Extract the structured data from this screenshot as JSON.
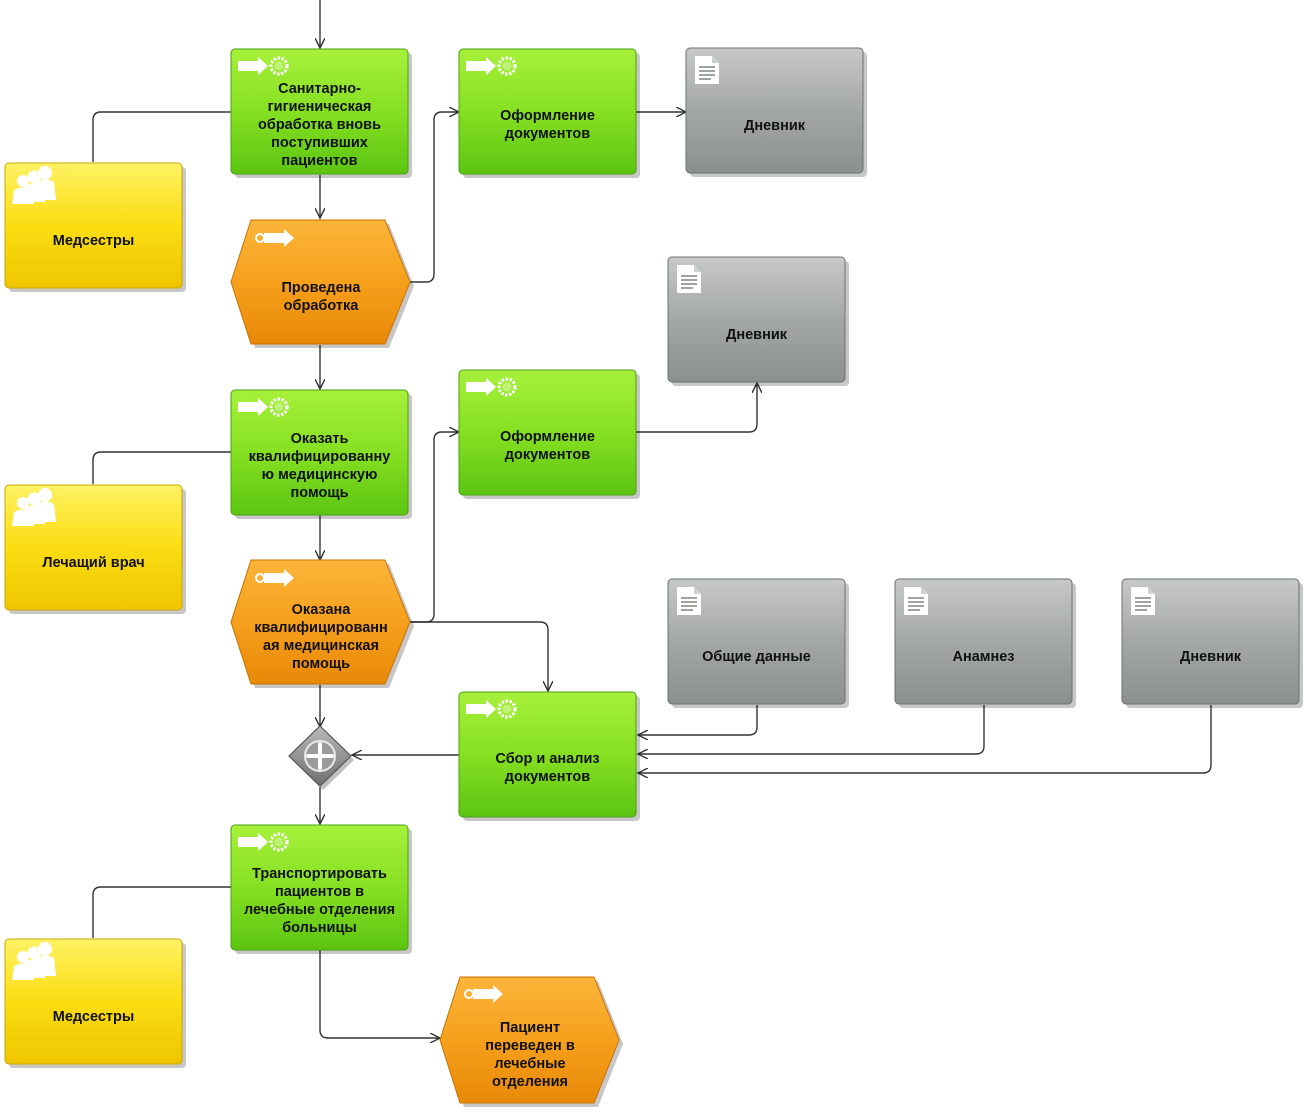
{
  "functions": [
    {
      "id": "f1",
      "label": "Санитарно-\nгигиеническая\nобработка вновь\nпоступивших\nпациентов"
    },
    {
      "id": "f2",
      "label": "Оформление\nдокументов"
    },
    {
      "id": "f3",
      "label": "Оказать\nквалифицированну\nю медицинскую\nпомощь"
    },
    {
      "id": "f4",
      "label": "Оформление\nдокументов"
    },
    {
      "id": "f5",
      "label": "Сбор и анализ\nдокументов"
    },
    {
      "id": "f6",
      "label": "Транспортировать\nпациентов в\nлечебные отделения\nбольницы"
    }
  ],
  "events": [
    {
      "id": "e1",
      "label": "Проведена\nобработка"
    },
    {
      "id": "e2",
      "label": "Оказана\nквалифицированн\nая медицинская\nпомощь"
    },
    {
      "id": "e3",
      "label": "Пациент\nпереведен в\nлечебные\nотделения"
    }
  ],
  "documents": [
    {
      "id": "d1",
      "label": "Дневник"
    },
    {
      "id": "d2",
      "label": "Дневник"
    },
    {
      "id": "d3",
      "label": "Общие данные"
    },
    {
      "id": "d4",
      "label": "Анамнез"
    },
    {
      "id": "d5",
      "label": "Дневник"
    }
  ],
  "roles": [
    {
      "id": "r1",
      "label": "Медсестры"
    },
    {
      "id": "r2",
      "label": "Лечащий врач"
    },
    {
      "id": "r3",
      "label": "Медсестры"
    }
  ],
  "gateway": {
    "type": "AND",
    "symbol": "+"
  },
  "colors": {
    "function": "#7ed321",
    "event": "#f7a11a",
    "document": "#9ea3a0",
    "role": "#f5d400",
    "gateway": "#8c8c8c",
    "connector": "#333333"
  },
  "icons": {
    "function": "function-arrow-gear-icon",
    "event": "event-arrow-icon",
    "document": "document-icon",
    "role": "people-icon"
  }
}
